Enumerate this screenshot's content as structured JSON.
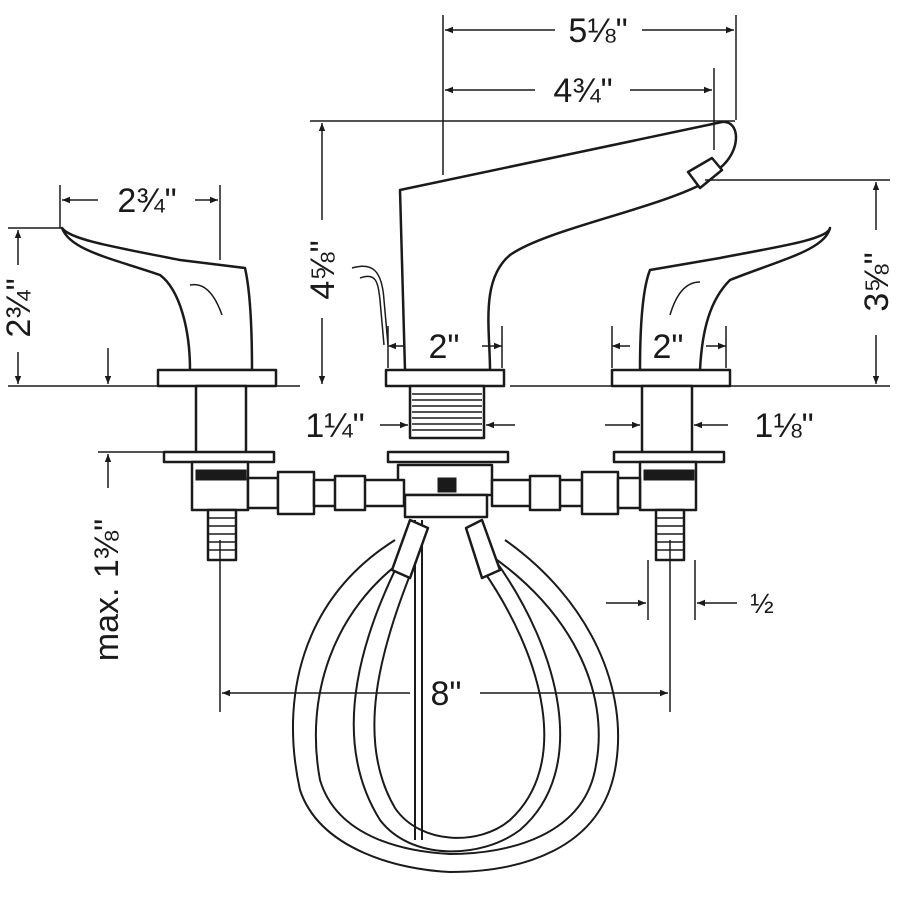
{
  "dimensions": {
    "spout_reach_outer": "5⅛\"",
    "spout_reach_inner": "4¾\"",
    "spout_height": "4⅝\"",
    "aerator_height": "3⅝\"",
    "handle_length": "2¾\"",
    "handle_height": "2¾\"",
    "spout_base_width": "2\"",
    "handle_base_width": "2\"",
    "spout_shank_diameter": "1¼\"",
    "handle_shank_diameter": "1⅛\"",
    "max_deck_thickness": "max. 1⅜\"",
    "supply_connection": "½",
    "center_spread": "8\""
  },
  "colors": {
    "line": "#1a1a1a",
    "background": "#ffffff"
  }
}
